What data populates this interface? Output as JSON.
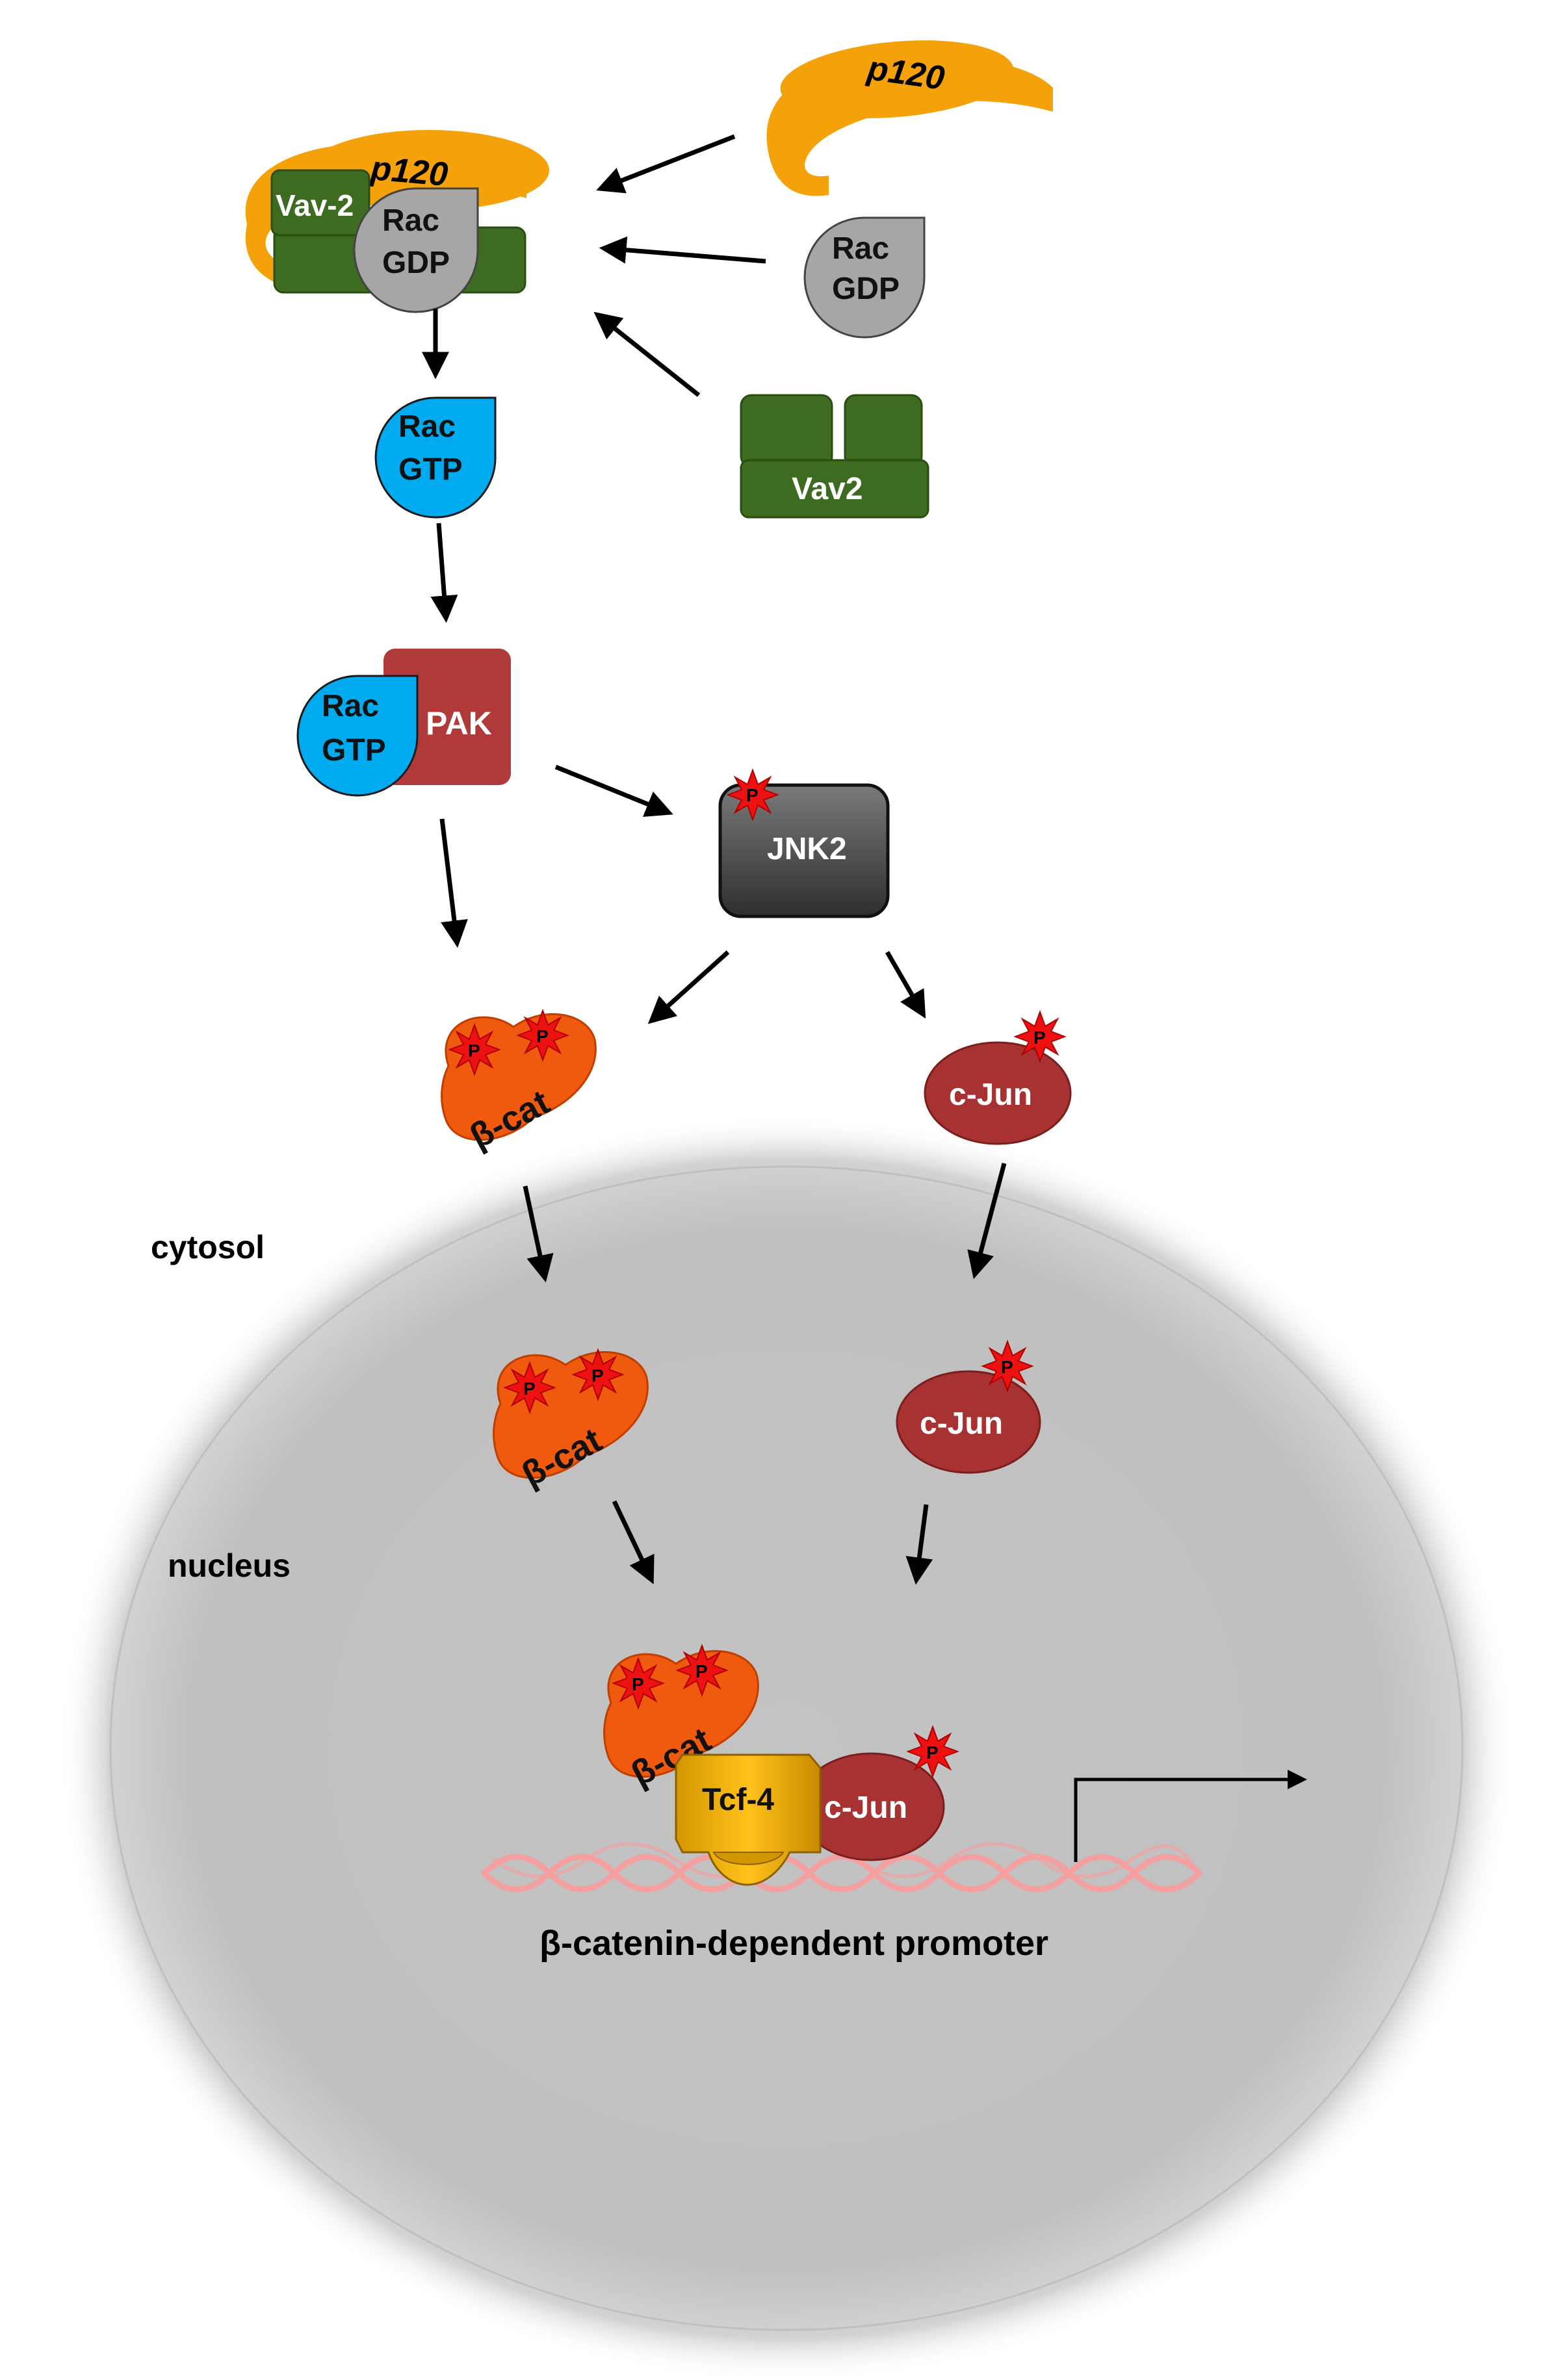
{
  "labels": {
    "p120_free": "p120",
    "p120_complex": "p120",
    "vav2_complex": "Vav-2",
    "rac_gdp_complex_1": "Rac",
    "rac_gdp_complex_2": "GDP",
    "rac_gdp_free_1": "Rac",
    "rac_gdp_free_2": "GDP",
    "vav2_free": "Vav2",
    "rac_gtp_1": "Rac",
    "rac_gtp_2": "GTP",
    "rac_gtp_pak_1": "Rac",
    "rac_gtp_pak_2": "GTP",
    "pak": "PAK",
    "jnk2": "JNK2",
    "phospho": "P",
    "beta_cat": "β-cat",
    "c_jun": "c-Jun",
    "tcf4": "Tcf-4",
    "cytosol": "cytosol",
    "nucleus": "nucleus",
    "promoter": "β-catenin-dependent promoter"
  },
  "colors": {
    "p120": "#f5a20a",
    "vav2": "#3d6b1f",
    "vav2_border": "#2a4d12",
    "rac_gdp": "#a6a6a6",
    "rac_gtp": "#00aaee",
    "pak": "#b0393a",
    "jnk2": "#505050",
    "beta_cat": "#f05a0e",
    "c_jun": "#a83232",
    "tcf4": "#f0b400",
    "phospho": "#ee1111",
    "nucleus": "#c4c4c4",
    "dna": "#f4a0a0"
  }
}
